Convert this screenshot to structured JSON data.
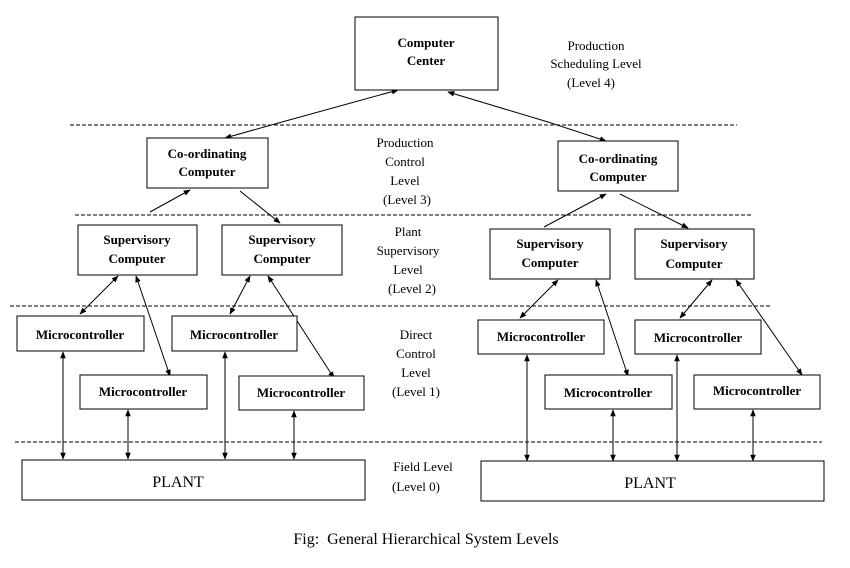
{
  "boxes": {
    "computer_center": [
      "Computer",
      "Center"
    ],
    "coordinating": [
      "Co-ordinating",
      "Computer"
    ],
    "supervisory": [
      "Supervisory",
      "Computer"
    ],
    "microcontroller": "Microcontroller",
    "plant": "PLANT"
  },
  "levels": {
    "level4": [
      "Production",
      "Scheduling Level",
      "(Level 4)"
    ],
    "level3": [
      "Production",
      "Control",
      "Level",
      "(Level 3)"
    ],
    "level2": [
      "Plant",
      "Supervisory",
      "Level",
      "(Level 2)"
    ],
    "level1": [
      "Direct",
      "Control",
      "Level",
      "(Level 1)"
    ],
    "level0": [
      "Field Level",
      "(Level 0)"
    ]
  },
  "caption": "Fig:  General Hierarchical System Levels"
}
